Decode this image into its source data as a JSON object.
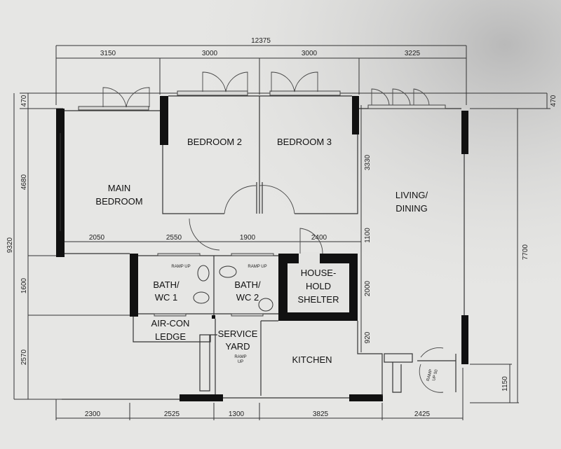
{
  "rooms": {
    "main_bedroom": [
      "MAIN",
      "BEDROOM"
    ],
    "bedroom2": "BEDROOM 2",
    "bedroom3": "BEDROOM 3",
    "living": [
      "LIVING/",
      "DINING"
    ],
    "bath1": [
      "BATH/",
      "WC 1"
    ],
    "bath2": [
      "BATH/",
      "WC 2"
    ],
    "shelter": [
      "HOUSE-",
      "HOLD",
      "SHELTER"
    ],
    "aircon": [
      "AIR-CON",
      "LEDGE"
    ],
    "service": [
      "SERVICE",
      "YARD"
    ],
    "kitchen": "KITCHEN"
  },
  "annotations": {
    "ramp_up": "RAMP UP",
    "ramp": "RAMP",
    "up": "UP",
    "ramp_up_50": [
      "RAMP",
      "UP 50"
    ]
  },
  "dimensions": {
    "top_total": "12375",
    "top": [
      "3150",
      "3000",
      "3000",
      "3225"
    ],
    "interior_horizontal": [
      "2050",
      "2550",
      "1900",
      "2400"
    ],
    "bottom": [
      "2300",
      "2525",
      "1300",
      "3825",
      "2425"
    ],
    "left_total": "9320",
    "left": [
      "470",
      "4680",
      "1600",
      "2570"
    ],
    "interior_vertical": [
      "3330",
      "1100",
      "2000",
      "920"
    ],
    "right_total": "7700",
    "right_top": "470",
    "right_bottom": "1150"
  },
  "colors": {
    "paper": "#e6e6e4",
    "ink": "#111111"
  }
}
